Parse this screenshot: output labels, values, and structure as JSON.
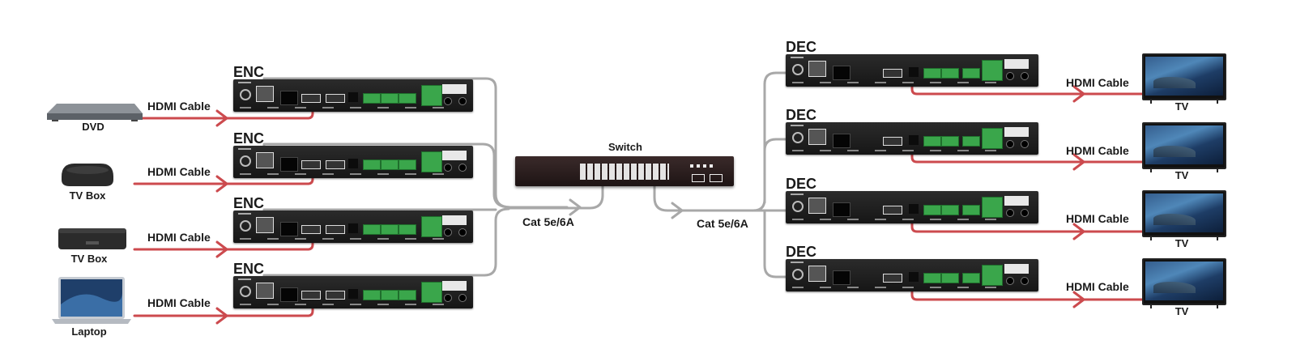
{
  "sources": [
    {
      "name": "DVD",
      "icon": "dvd-player-icon",
      "cable": "HDMI Cable"
    },
    {
      "name": "TV Box",
      "icon": "tv-box-icon",
      "cable": "HDMI Cable"
    },
    {
      "name": "TV Box",
      "icon": "tv-box-icon",
      "cable": "HDMI Cable"
    },
    {
      "name": "Laptop",
      "icon": "laptop-icon",
      "cable": "HDMI Cable"
    }
  ],
  "encoders": [
    {
      "label": "ENC"
    },
    {
      "label": "ENC"
    },
    {
      "label": "ENC"
    },
    {
      "label": "ENC"
    }
  ],
  "switch": {
    "label": "Switch",
    "icon": "network-switch-icon"
  },
  "links": {
    "left_cable": "Cat  5e/6A",
    "right_cable": "Cat  5e/6A"
  },
  "decoders": [
    {
      "label": "DEC",
      "cable": "HDMI Cable"
    },
    {
      "label": "DEC",
      "cable": "HDMI Cable"
    },
    {
      "label": "DEC",
      "cable": "HDMI Cable"
    },
    {
      "label": "DEC",
      "cable": "HDMI Cable"
    }
  ],
  "displays": [
    {
      "name": "TV",
      "icon": "tv-icon"
    },
    {
      "name": "TV",
      "icon": "tv-icon"
    },
    {
      "name": "TV",
      "icon": "tv-icon"
    },
    {
      "name": "TV",
      "icon": "tv-icon"
    }
  ],
  "colors": {
    "hdmi_cable": "#cc4a4e",
    "cat_cable": "#a8a8a8",
    "device_body": "#1e1e1e",
    "terminal_green": "#3aa64b"
  }
}
